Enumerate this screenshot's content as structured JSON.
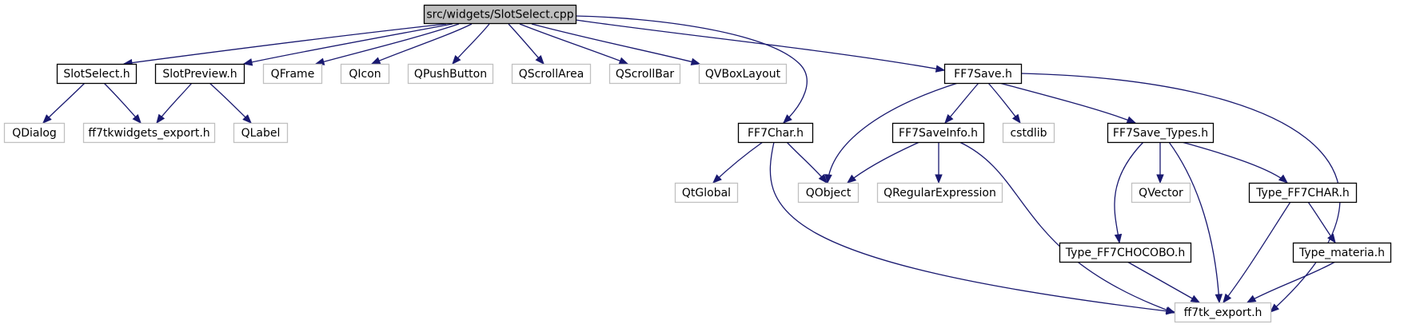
{
  "diagram": {
    "type": "include-dependency-graph",
    "colors": {
      "edge": "#191970",
      "root_fill": "#bfbfbf",
      "local_border": "#000000",
      "external_border": "#c0c0c0"
    },
    "nodes": [
      {
        "id": "root",
        "label": "src/widgets/SlotSelect.cpp",
        "kind": "root"
      },
      {
        "id": "slotselect",
        "label": "SlotSelect.h",
        "kind": "local"
      },
      {
        "id": "slotpreview",
        "label": "SlotPreview.h",
        "kind": "local"
      },
      {
        "id": "qframe",
        "label": "QFrame",
        "kind": "external"
      },
      {
        "id": "qicon",
        "label": "QIcon",
        "kind": "external"
      },
      {
        "id": "qpushbutton",
        "label": "QPushButton",
        "kind": "external"
      },
      {
        "id": "qscrollarea",
        "label": "QScrollArea",
        "kind": "external"
      },
      {
        "id": "qscrollbar",
        "label": "QScrollBar",
        "kind": "external"
      },
      {
        "id": "qvboxlayout",
        "label": "QVBoxLayout",
        "kind": "external"
      },
      {
        "id": "ff7save",
        "label": "FF7Save.h",
        "kind": "local"
      },
      {
        "id": "qdialog",
        "label": "QDialog",
        "kind": "external"
      },
      {
        "id": "ff7tkwexp",
        "label": "ff7tkwidgets_export.h",
        "kind": "external"
      },
      {
        "id": "qlabel",
        "label": "QLabel",
        "kind": "external"
      },
      {
        "id": "ff7char",
        "label": "FF7Char.h",
        "kind": "local"
      },
      {
        "id": "ff7saveinfo",
        "label": "FF7SaveInfo.h",
        "kind": "local"
      },
      {
        "id": "cstdlib",
        "label": "cstdlib",
        "kind": "external"
      },
      {
        "id": "ff7savetypes",
        "label": "FF7Save_Types.h",
        "kind": "local"
      },
      {
        "id": "qtglobal",
        "label": "QtGlobal",
        "kind": "external"
      },
      {
        "id": "qobject",
        "label": "QObject",
        "kind": "external"
      },
      {
        "id": "qregexp",
        "label": "QRegularExpression",
        "kind": "external"
      },
      {
        "id": "qvector",
        "label": "QVector",
        "kind": "external"
      },
      {
        "id": "typechar",
        "label": "Type_FF7CHAR.h",
        "kind": "local"
      },
      {
        "id": "typechocobo",
        "label": "Type_FF7CHOCOBO.h",
        "kind": "local"
      },
      {
        "id": "typemateria",
        "label": "Type_materia.h",
        "kind": "local"
      },
      {
        "id": "ff7tkexport",
        "label": "ff7tk_export.h",
        "kind": "external"
      }
    ],
    "edges": [
      {
        "from": "root",
        "to": "slotselect"
      },
      {
        "from": "root",
        "to": "slotpreview"
      },
      {
        "from": "root",
        "to": "qframe"
      },
      {
        "from": "root",
        "to": "qicon"
      },
      {
        "from": "root",
        "to": "qpushbutton"
      },
      {
        "from": "root",
        "to": "qscrollarea"
      },
      {
        "from": "root",
        "to": "qscrollbar"
      },
      {
        "from": "root",
        "to": "qvboxlayout"
      },
      {
        "from": "root",
        "to": "ff7save"
      },
      {
        "from": "root",
        "to": "ff7char"
      },
      {
        "from": "slotselect",
        "to": "qdialog"
      },
      {
        "from": "slotselect",
        "to": "ff7tkwexp"
      },
      {
        "from": "slotpreview",
        "to": "ff7tkwexp"
      },
      {
        "from": "slotpreview",
        "to": "qlabel"
      },
      {
        "from": "ff7save",
        "to": "qobject"
      },
      {
        "from": "ff7save",
        "to": "ff7saveinfo"
      },
      {
        "from": "ff7save",
        "to": "cstdlib"
      },
      {
        "from": "ff7save",
        "to": "ff7savetypes"
      },
      {
        "from": "ff7save",
        "to": "ff7tkexport"
      },
      {
        "from": "ff7char",
        "to": "qtglobal"
      },
      {
        "from": "ff7char",
        "to": "qobject"
      },
      {
        "from": "ff7char",
        "to": "ff7tkexport"
      },
      {
        "from": "ff7saveinfo",
        "to": "qobject"
      },
      {
        "from": "ff7saveinfo",
        "to": "qregexp"
      },
      {
        "from": "ff7saveinfo",
        "to": "ff7tkexport"
      },
      {
        "from": "ff7savetypes",
        "to": "typechocobo"
      },
      {
        "from": "ff7savetypes",
        "to": "qvector"
      },
      {
        "from": "ff7savetypes",
        "to": "ff7tkexport"
      },
      {
        "from": "ff7savetypes",
        "to": "typechar"
      },
      {
        "from": "typechar",
        "to": "ff7tkexport"
      },
      {
        "from": "typechar",
        "to": "typemateria"
      },
      {
        "from": "typechocobo",
        "to": "ff7tkexport"
      },
      {
        "from": "typemateria",
        "to": "ff7tkexport"
      }
    ]
  }
}
